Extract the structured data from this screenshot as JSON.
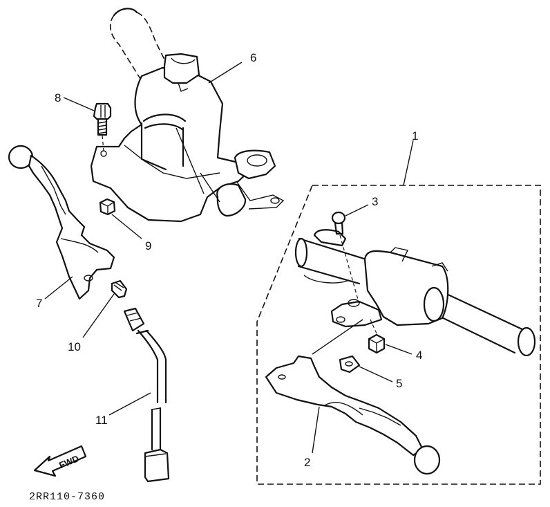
{
  "callouts": {
    "c1": "1",
    "c2": "2",
    "c3": "3",
    "c4": "4",
    "c5": "5",
    "c6": "6",
    "c7": "7",
    "c8": "8",
    "c9": "9",
    "c10": "10",
    "c11": "11"
  },
  "direction_label": "FWD",
  "diagram_code": "2RR110-7360"
}
